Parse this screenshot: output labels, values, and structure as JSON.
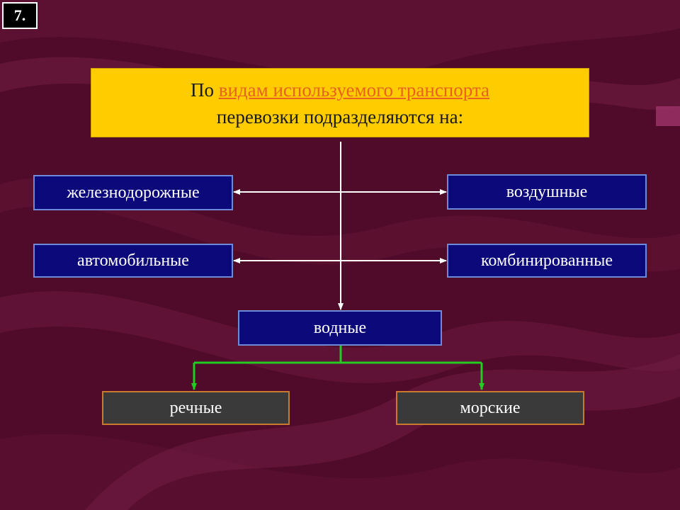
{
  "slide_number": "7.",
  "title": {
    "prefix": "По ",
    "link_text": "видам используемого транспорта",
    "line2": "перевозки подразделяются на:"
  },
  "categories": {
    "railway": "железнодорожные",
    "air": "воздушные",
    "road": "автомобильные",
    "combined": "комбинированные",
    "water": "водные"
  },
  "water_types": {
    "river": "речные",
    "sea": "морские"
  },
  "colors": {
    "title_bg": "#ffcc00",
    "title_link": "#e8641e",
    "box_blue": "#0c0a7a",
    "box_dark": "#3a3a3a",
    "connector_green": "#22cc22"
  }
}
